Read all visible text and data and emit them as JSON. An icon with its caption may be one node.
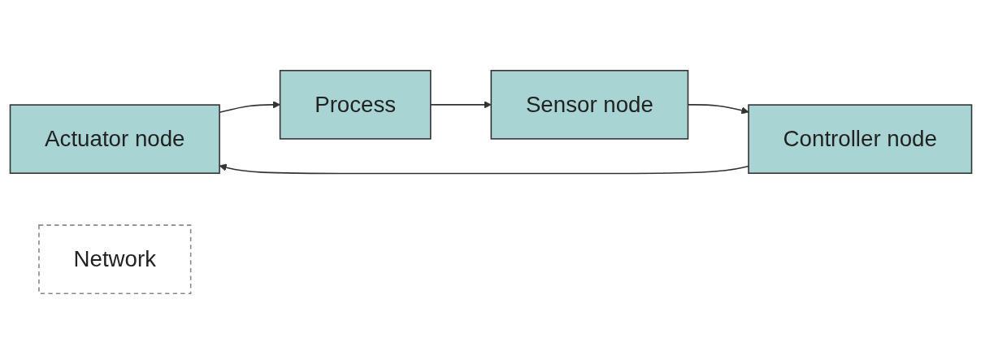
{
  "diagram": {
    "nodes": [
      {
        "text": [
          "Actuator node"
        ]
      },
      {
        "text": [
          "Process"
        ]
      },
      {
        "text": [
          "Sensor node"
        ]
      },
      {
        "text": [
          "Network"
        ]
      },
      {
        "text": [
          "Controller node"
        ]
      }
    ],
    "edges": [
      {
        "from": 0,
        "to": 1,
        "arrow": "to"
      },
      {
        "from": 1,
        "to": 2,
        "arrow": "to"
      },
      {
        "from": 2,
        "to": 4,
        "arrow": "to"
      },
      {
        "from": 4,
        "to": 0,
        "arrow": "to"
      }
    ]
  }
}
